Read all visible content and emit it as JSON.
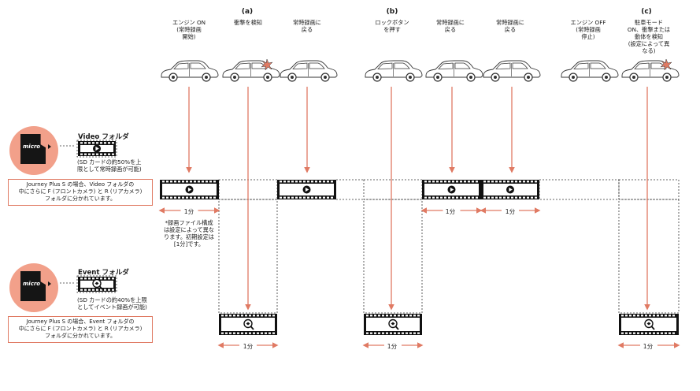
{
  "colors": {
    "accent": "#e07a63",
    "ink": "#1a1a1a",
    "accent_fill": "#f2a08a"
  },
  "sections": [
    {
      "label": "(a)"
    },
    {
      "label": "(b)"
    },
    {
      "label": "(c)"
    }
  ],
  "events": [
    {
      "text": "エンジン ON\n(常時録画\n開始)"
    },
    {
      "text": "衝撃を検知"
    },
    {
      "text": "常時録画に\n戻る"
    },
    {
      "text": "ロックボタン\nを押す"
    },
    {
      "text": "常時録画に\n戻る"
    },
    {
      "text": "常時録画に\n戻る"
    },
    {
      "text": "エンジン OFF\n(常時録画\n停止)"
    },
    {
      "text": "駐車モード\nON、衝撃または\n動体を検知\n(設定によって異\nなる)"
    }
  ],
  "video_folder": {
    "title": "Video フォルダ",
    "note": "(SD カードの約50%を上\n限として常時録画が可能)",
    "box_note": "Journey Plus S の場合、Video フォルダの\n中にさらに F (フロントカメラ) と R (リアカメラ)\nフォルダに分かれています。",
    "card_icon": "micro-sd-icon",
    "clip_icon": "play-icon"
  },
  "event_folder": {
    "title": "Event フォルダ",
    "note": "(SD カードの約40%を上限\nとしてイベント録画が可能)",
    "box_note": "Journey Plus S の場合、Event フォルダの\n中にさらに F (フロントカメラ) と R (リアカメラ)\nフォルダに分かれています。",
    "card_icon": "micro-sd-icon",
    "clip_icon": "magnifier-icon"
  },
  "duration_label": "1分",
  "footnote": "*録画ファイル構成\nは設定によって異な\nります。初期設定は\n[1分]です。",
  "sd_brand": "micro"
}
